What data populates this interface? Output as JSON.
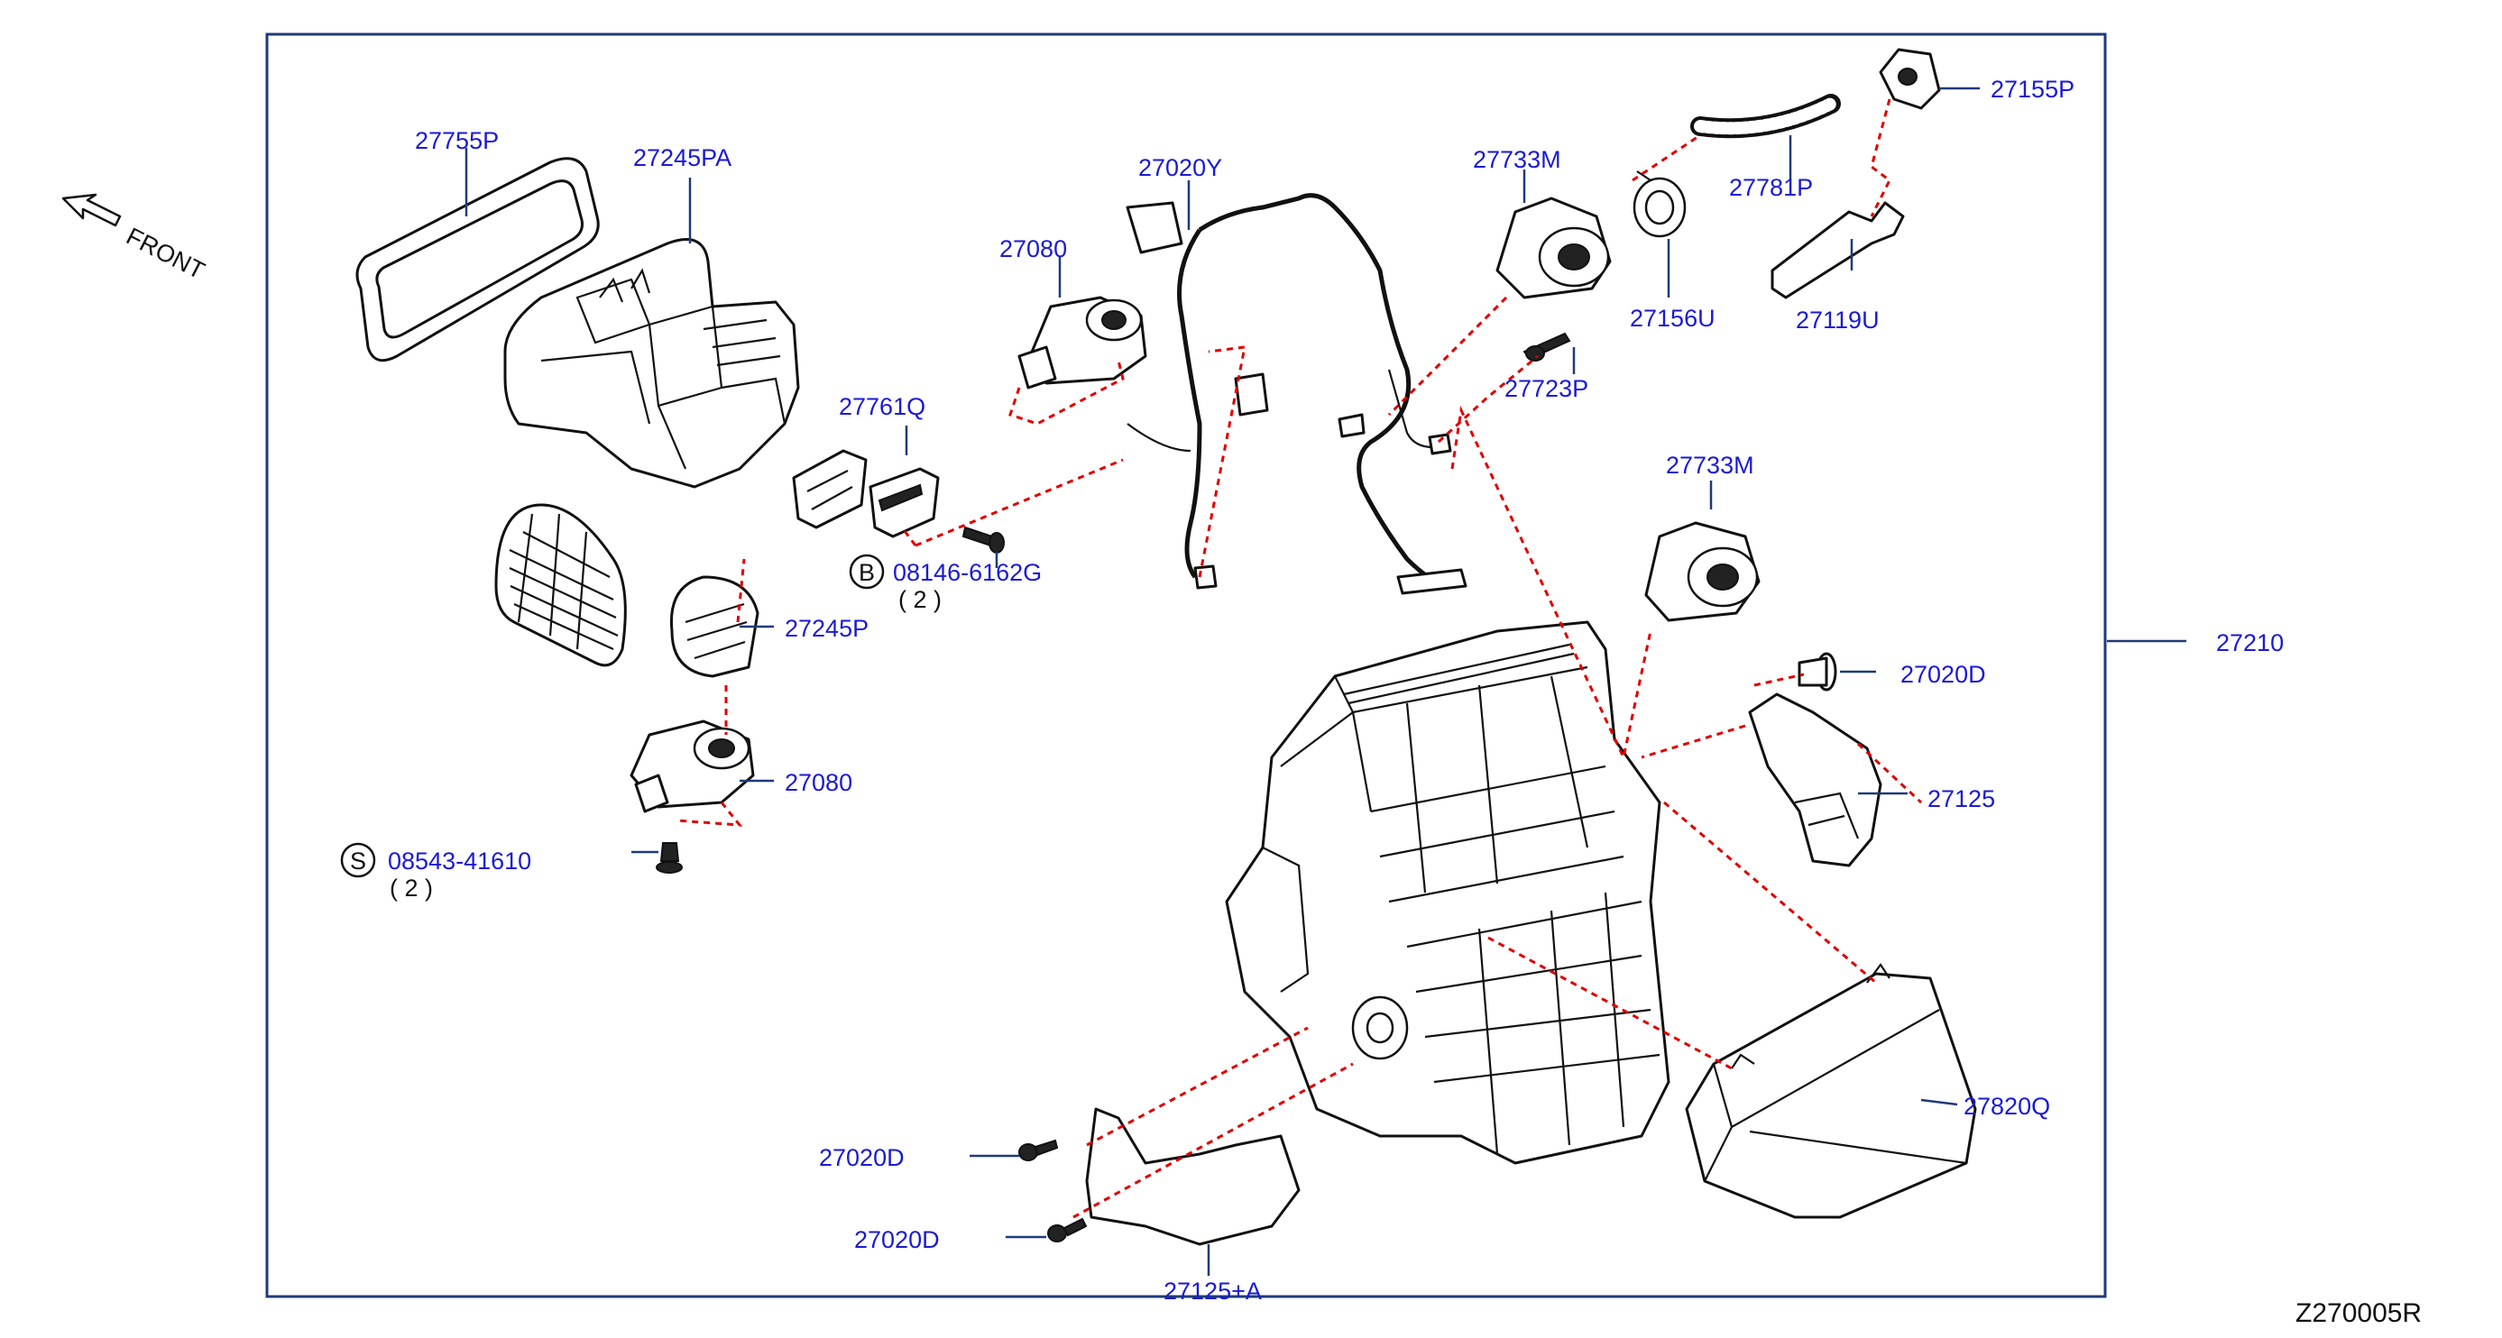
{
  "diagram_code": "Z270005R",
  "direction_label": "FRONT",
  "labels": {
    "l27755P": "27755P",
    "l27245PA": "27245PA",
    "l27080_top": "27080",
    "l27020Y": "27020Y",
    "l27761Q": "27761Q",
    "l27733M_top": "27733M",
    "l27781P": "27781P",
    "l27155P": "27155P",
    "l27156U": "27156U",
    "l27119U": "27119U",
    "l27723P": "27723P",
    "l27733M_mid": "27733M",
    "l27210": "27210",
    "l27020D_right": "27020D",
    "l27125": "27125",
    "l27245P": "27245P",
    "l27080_bottom": "27080",
    "l27820Q": "27820Q",
    "l27020D_left1": "27020D",
    "l27020D_left2": "27020D",
    "l27125A": "27125+A"
  },
  "fasteners": {
    "bolt_b": {
      "symbol": "B",
      "part_no": "08146-6162G",
      "qty": "( 2 )"
    },
    "screw_s": {
      "symbol": "S",
      "part_no": "08543-41610",
      "qty": "( 2 )"
    }
  },
  "colors": {
    "label": "#1a1ad6",
    "frame": "#1f3a7a",
    "connector_dash": "#e00000",
    "line_art": "#111111"
  }
}
